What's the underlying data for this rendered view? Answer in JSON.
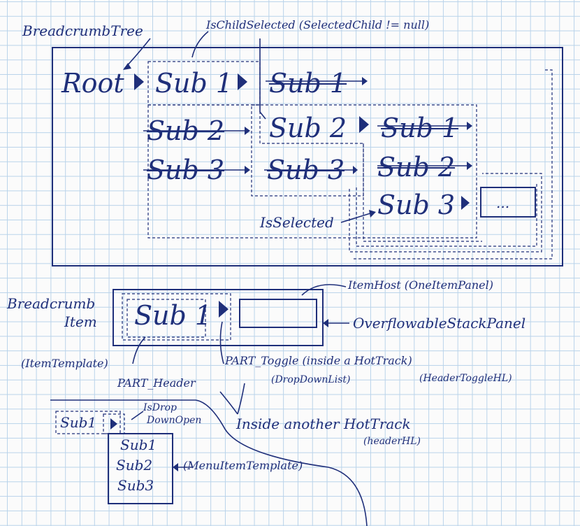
{
  "breadcrumb_tree": {
    "title": "BreadcrumbTree",
    "is_child_selected_note": "IsChildSelected (SelectedChild != null)",
    "root_label": "Root",
    "level1": [
      "Sub 1",
      "Sub 2",
      "Sub 3"
    ],
    "level2": [
      "Sub 1",
      "Sub 2",
      "Sub 3"
    ],
    "level3": [
      "Sub 1",
      "Sub 2",
      "Sub 3"
    ],
    "ellipsis": "...",
    "is_selected_note": "IsSelected"
  },
  "breadcrumb_item": {
    "title_line1": "Breadcrumb",
    "title_line2": "Item",
    "header_label": "Sub 1",
    "item_template_note": "(ItemTemplate)",
    "item_host_note": "ItemHost (OneItemPanel)",
    "overflowable_note": "OverflowableStackPanel",
    "part_toggle_note": "PART_Toggle (inside a HotTrack)",
    "dropdown_list_note": "(DropDownList)",
    "header_toggle_hl_note": "(HeaderToggleHL)",
    "part_header_note": "PART_Header",
    "inside_hottrack_note": "Inside another HotTrack",
    "header_hl_note": "(headerHL)"
  },
  "dropdown": {
    "header_label": "Sub1",
    "is_drop_down_open_line1": "IsDrop",
    "is_drop_down_open_line2": "DownOpen",
    "items": [
      "Sub1",
      "Sub2",
      "Sub3"
    ],
    "menu_item_template_note": "(MenuItemTemplate)"
  }
}
